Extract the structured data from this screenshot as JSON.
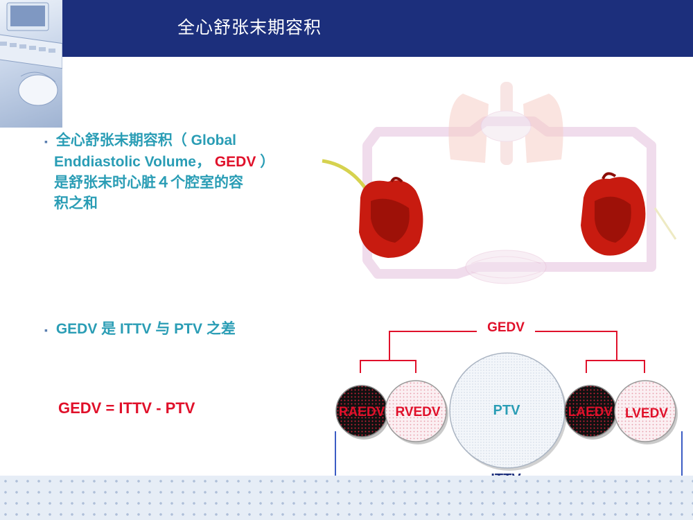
{
  "header": {
    "title": "全心舒张末期容积"
  },
  "bullets": {
    "b1_line1": "全心舒张末期容积（ Global",
    "b1_line2a": "Enddiastolic Volume，",
    "b1_line2b": "GEDV",
    "b1_line2c": "）",
    "b1_line3": "是舒张末时心脏４个腔室的容",
    "b1_line4": "积之和",
    "b2": "GEDV  是 ITTV 与 PTV 之差"
  },
  "formula": "GEDV = ITTV - PTV",
  "diagram": {
    "top_label": "GEDV",
    "bottom_label": "ITTV",
    "circles": [
      "RAEDV",
      "RVEDV",
      "PTV",
      "LAEDV",
      "LVEDV"
    ]
  },
  "colors": {
    "header": "#1c2f7c",
    "teal_text": "#2a9db5",
    "red": "#e0102a",
    "blue_bracket": "#3b5cc4"
  },
  "icons": [
    "computer-keyboard-photo",
    "circulation-diagram",
    "heart-icon",
    "lungs-icon"
  ]
}
